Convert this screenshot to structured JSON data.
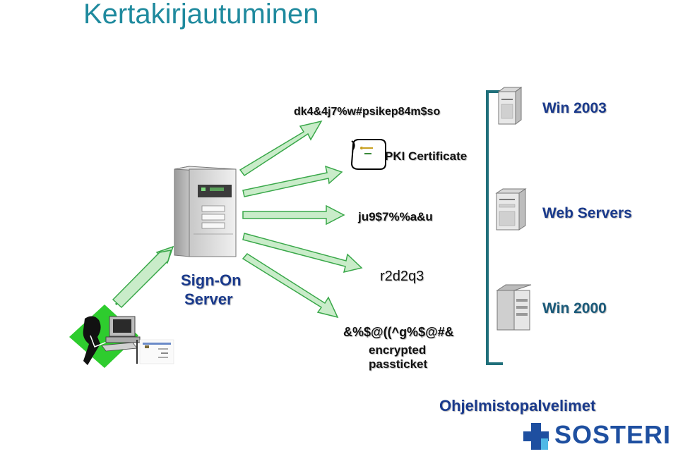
{
  "title": "Kertakirjautuminen",
  "messages": {
    "top": "dk4&4j7%w#psikep84m$so",
    "certificate": "PKI Certificate",
    "mid": "ju9$7%%a&u",
    "pass": "r2d2q3",
    "scrambled": "&%$@((^g%$@#&",
    "ticket_line1": "encrypted",
    "ticket_line2": "passticket"
  },
  "server": {
    "label_line1": "Sign-On",
    "label_line2": "Server"
  },
  "targets": {
    "win2003": "Win 2003",
    "web": "Web Servers",
    "win2000": "Win 2000"
  },
  "footer": {
    "caption": "Ohjelmistopalvelimet",
    "brand": "SOSTERI"
  },
  "colors": {
    "title": "#1f8a9e",
    "arrow_fill": "#c9ecc9",
    "arrow_stroke": "#3aa84a",
    "bracket": "#1f6f7a",
    "server_label": "#1a3a8c",
    "brand": "#1e4fa0"
  },
  "icons": {
    "user": "user-at-computer-icon",
    "server": "server-tower-icon",
    "certificate": "certificate-scroll-icon",
    "brand": "medical-cross-icon"
  }
}
